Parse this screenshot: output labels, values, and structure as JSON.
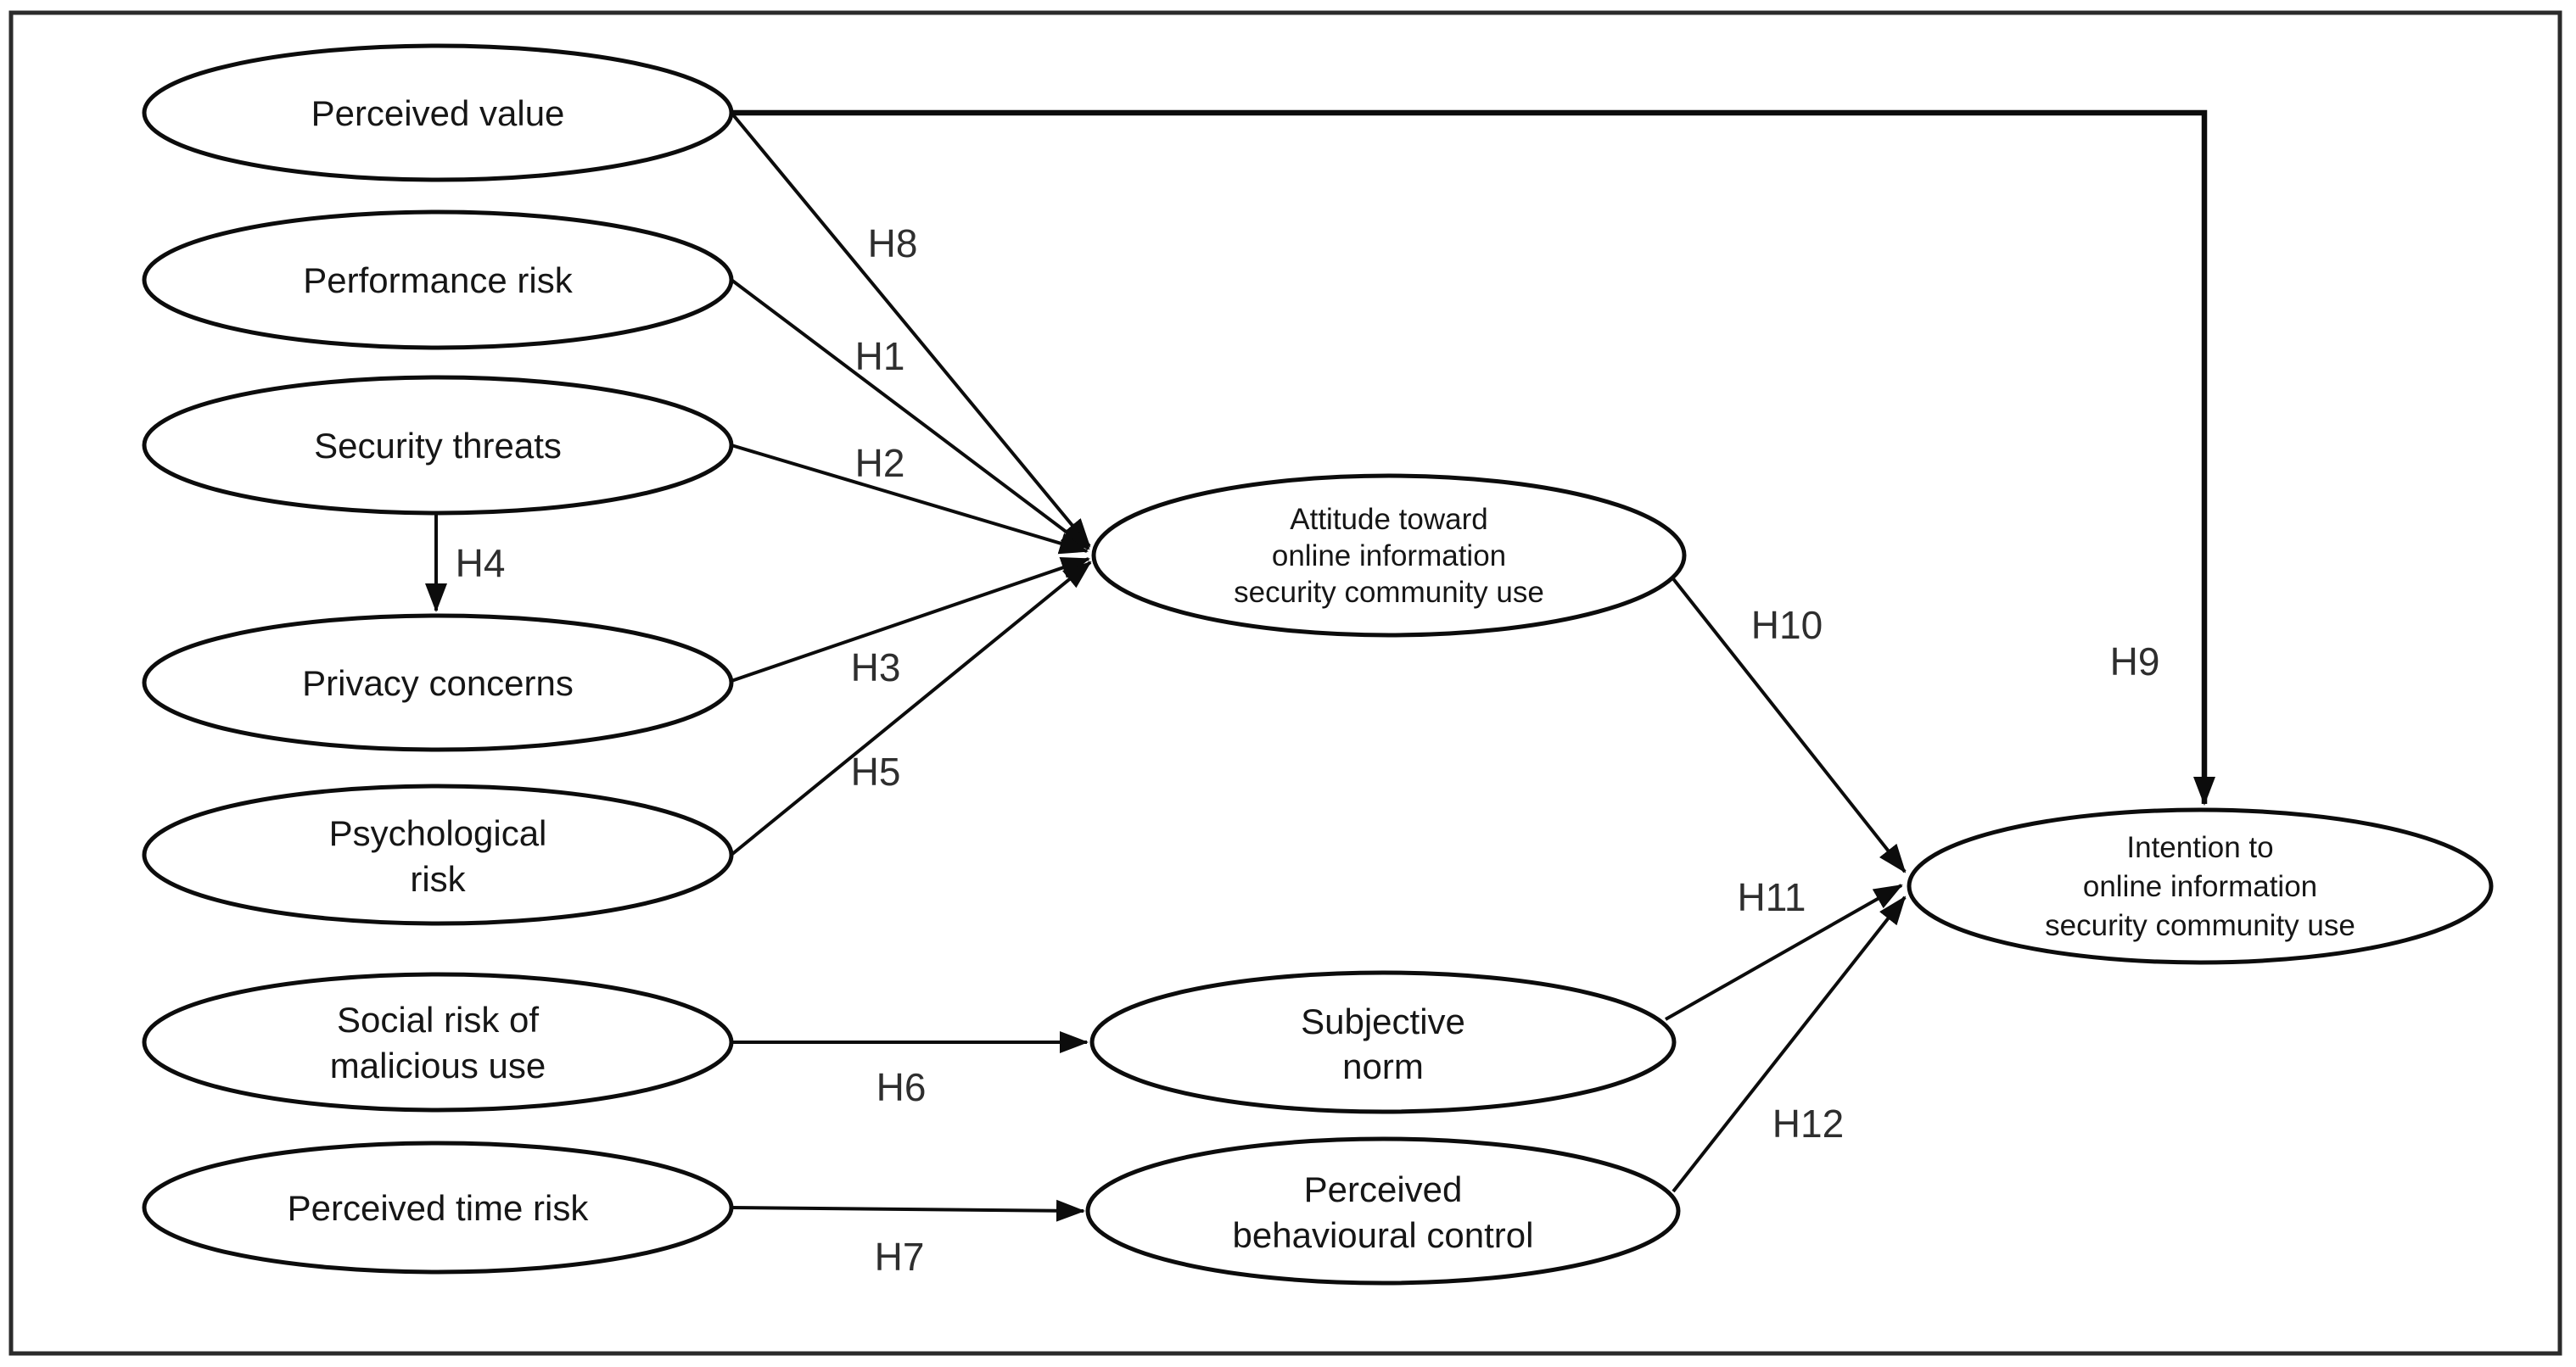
{
  "figure": {
    "type": "structural-hypothesis-model-diagram",
    "background_color": "#ffffff",
    "border_color": "#2b2b2b",
    "line_color": "#0c0c0c",
    "node_text_color": "#161616",
    "hypothesis_label_color": "#2e2e2e"
  },
  "nodes": {
    "perceived_value": {
      "lines": [
        "Perceived value"
      ]
    },
    "performance_risk": {
      "lines": [
        "Performance risk"
      ]
    },
    "security_threats": {
      "lines": [
        "Security threats"
      ]
    },
    "privacy_concerns": {
      "lines": [
        "Privacy concerns"
      ]
    },
    "psychological_risk": {
      "lines": [
        "Psychological",
        "risk"
      ]
    },
    "social_risk_of_malicious_use": {
      "lines": [
        "Social risk of",
        "malicious use"
      ]
    },
    "perceived_time_risk": {
      "lines": [
        "Perceived time risk"
      ]
    },
    "attitude": {
      "lines": [
        "Attitude toward",
        "online information",
        "security community use"
      ]
    },
    "subjective_norm": {
      "lines": [
        "Subjective",
        "norm"
      ]
    },
    "perceived_behavioural_control": {
      "lines": [
        "Perceived",
        "behavioural control"
      ]
    },
    "intention": {
      "lines": [
        "Intention to",
        "online information",
        "security community use"
      ]
    }
  },
  "edges": [
    {
      "label": "H1",
      "from": "performance_risk",
      "to": "attitude"
    },
    {
      "label": "H2",
      "from": "security_threats",
      "to": "attitude"
    },
    {
      "label": "H3",
      "from": "privacy_concerns",
      "to": "attitude"
    },
    {
      "label": "H4",
      "from": "security_threats",
      "to": "privacy_concerns"
    },
    {
      "label": "H5",
      "from": "psychological_risk",
      "to": "attitude"
    },
    {
      "label": "H6",
      "from": "social_risk_of_malicious_use",
      "to": "subjective_norm"
    },
    {
      "label": "H7",
      "from": "perceived_time_risk",
      "to": "perceived_behavioural_control"
    },
    {
      "label": "H8",
      "from": "perceived_value",
      "to": "attitude"
    },
    {
      "label": "H9",
      "from": "perceived_value",
      "to": "intention"
    },
    {
      "label": "H10",
      "from": "attitude",
      "to": "intention"
    },
    {
      "label": "H11",
      "from": "subjective_norm",
      "to": "intention"
    },
    {
      "label": "H12",
      "from": "perceived_behavioural_control",
      "to": "intention"
    }
  ]
}
